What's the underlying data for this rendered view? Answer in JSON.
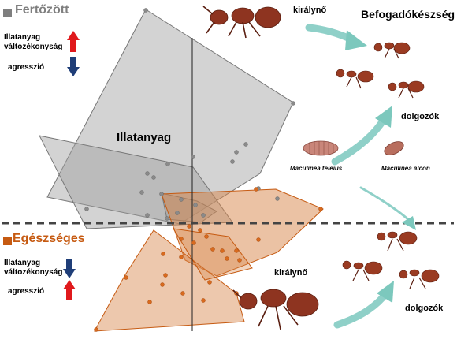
{
  "legend": {
    "infected": {
      "label": "Fertőzött",
      "color": "#7f7f7f"
    },
    "healthy": {
      "label": "Egészséges",
      "color": "#c65a11"
    }
  },
  "infected_side": {
    "variability_label": "Illatanyag változékonyság",
    "variability_direction": "up",
    "aggression_label": "agresszió",
    "aggression_direction": "down"
  },
  "healthy_side": {
    "variability_label": "Illatanyag változékonyság",
    "variability_direction": "down",
    "aggression_label": "agresszió",
    "aggression_direction": "up"
  },
  "center_label": "Illatanyag",
  "receptivity_title": "Befogadókészség",
  "queen_label_top": "királynő",
  "queen_label_bottom": "királynő",
  "workers_label_top": "dolgozók",
  "workers_label_bottom": "dolgozók",
  "larva_teleius": "Maculinea teleius",
  "larva_alcon": "Maculinea alcon",
  "colors": {
    "up_arrow": "#e0191c",
    "down_arrow": "#1f3e78",
    "teal_arrow": "#8fd0c8",
    "gray_poly": "#9e9e9e",
    "orange_poly": "#d7864a",
    "ant_body": "#9a3b22"
  }
}
